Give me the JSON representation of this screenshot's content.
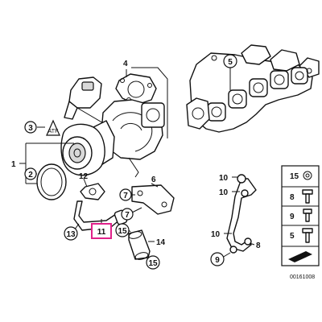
{
  "callouts": {
    "c1": "1",
    "c2": "2",
    "c3": "3",
    "c4": "4",
    "c5_manifold": "5",
    "c6": "6",
    "c7a": "7",
    "c7b": "7",
    "c8": "8",
    "c9": "9",
    "c10a": "10",
    "c10b": "10",
    "c10c": "10",
    "c11": "11",
    "c12": "12",
    "c13": "13",
    "c14": "14",
    "c15a": "15",
    "c15b": "15"
  },
  "parts_list": {
    "items": [
      {
        "number": "15"
      },
      {
        "number": "8"
      },
      {
        "number": "9"
      },
      {
        "number": "5"
      }
    ]
  },
  "warning_symbol_text": "ATF",
  "figure_id": "00161008",
  "colors": {
    "line": "#111111",
    "highlight": "#e0218a",
    "fill": "#ffffff",
    "shade": "#d9d9d9"
  }
}
